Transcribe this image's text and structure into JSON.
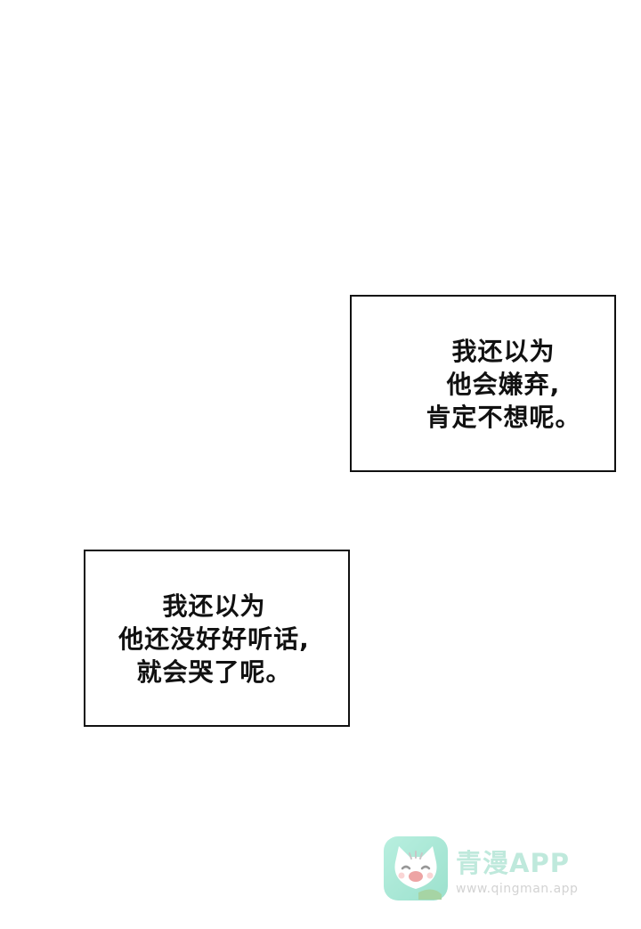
{
  "panels": [
    {
      "lines": [
        "我还以为",
        "他会嫌弃,",
        "肯定不想呢。"
      ]
    },
    {
      "lines": [
        "我还以为",
        "他还没好好听话,",
        "就会哭了呢。"
      ]
    }
  ],
  "watermark": {
    "name": "青漫APP",
    "url": "www.qingman.app",
    "logo_icon": "cat-face-icon"
  },
  "colors": {
    "background": "#ffffff",
    "border": "#111111",
    "text": "#111111",
    "watermark_name": "#bfe9dc",
    "watermark_url": "#d3d3d3"
  }
}
